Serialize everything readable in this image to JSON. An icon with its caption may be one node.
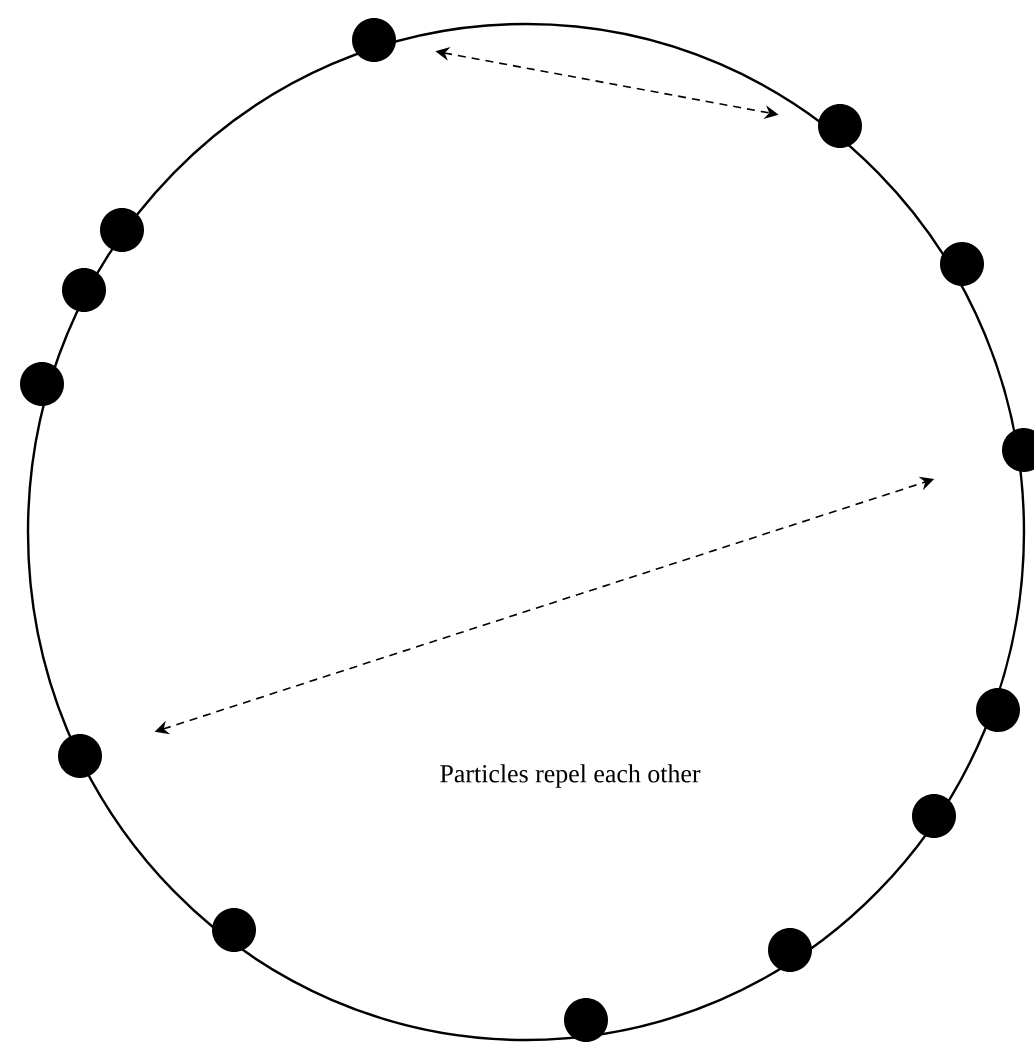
{
  "diagram": {
    "nodes": [
      {
        "text": [],
        "shape": "circle"
      },
      {
        "text": [],
        "shape": "circle"
      },
      {
        "text": [],
        "shape": "circle"
      },
      {
        "text": [],
        "shape": "circle"
      },
      {
        "text": [],
        "shape": "circle"
      },
      {
        "text": [],
        "shape": "circle"
      },
      {
        "text": [],
        "shape": "circle"
      },
      {
        "text": [],
        "shape": "circle"
      },
      {
        "text": [],
        "shape": "circle"
      },
      {
        "text": [],
        "shape": "circle"
      },
      {
        "text": [],
        "shape": "circle"
      },
      {
        "text": [],
        "shape": "circle"
      },
      {
        "text": [],
        "shape": "circle"
      }
    ],
    "edges": [
      {
        "from": 0,
        "to": 1,
        "arrow": "both",
        "style": "dashed"
      },
      {
        "from": 8,
        "to": 6,
        "arrow": "both",
        "style": "dashed"
      }
    ],
    "labels": [
      "Particles repel each other"
    ]
  }
}
